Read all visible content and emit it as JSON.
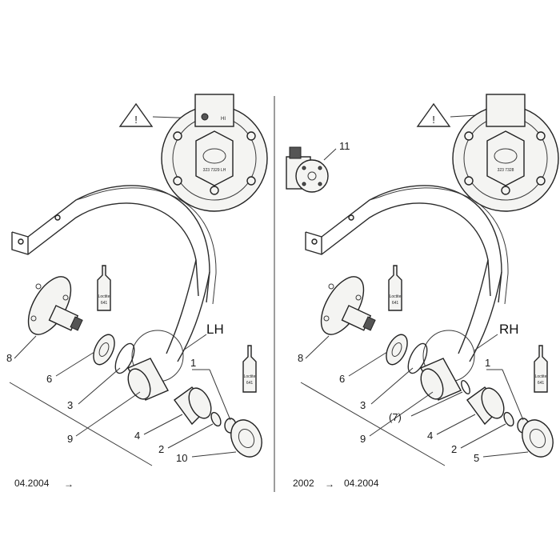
{
  "left_panel": {
    "side_label": "LH",
    "hi_label": "HI",
    "hub_text": "323 7329 LH",
    "locktite_text": "Loctite",
    "locktite_number": "641",
    "callouts": [
      "1",
      "2",
      "3",
      "4",
      "6",
      "8",
      "9",
      "10"
    ],
    "date_label": "04.2004",
    "arrow": "→"
  },
  "right_panel": {
    "side_label": "RH",
    "hub_text": "323 7328",
    "locktite_text": "Loctite",
    "locktite_number": "641",
    "callouts": [
      "1",
      "2",
      "3",
      "(7)",
      "4",
      "5",
      "6",
      "8",
      "9",
      "11"
    ],
    "date_from": "2002",
    "date_to": "04.2004",
    "arrow": "→"
  },
  "warning_symbol": "!"
}
